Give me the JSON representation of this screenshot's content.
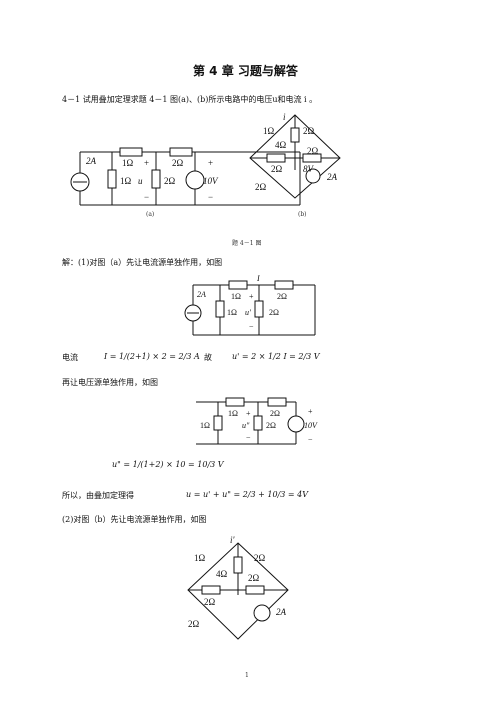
{
  "page": {
    "title": "第 4 章   习题与解答",
    "problem_text": "4－1   试用叠加定理求题 4－1 图(a)、(b)所示电路中的电压u和电流 i 。",
    "fig_a_caption": "(a)",
    "fig_b_caption": "(b)",
    "figure_caption": "题 4－1 图",
    "sol_line1": "解：(1)对图（a）先让电流源单独作用，如图",
    "current_label": "电流",
    "current_eq": "I = 1/(2+1) × 2 = 2/3 A",
    "therefore": "故",
    "u1_eq": "u' = 2 × 1/2 I = 2/3 V",
    "sol_line2": "再让电压源单独作用，如图",
    "u2_eq": "u\" = 1/(1+2) × 10 = 10/3 V",
    "sum_text": "所以，由叠加定理得",
    "sum_eq": "u = u' + u\" = 2/3 + 10/3 = 4V",
    "sol_line3": "(2)对图（b）先让电流源单独作用，如图",
    "page_number": "1"
  },
  "circuit_labels": {
    "r1": "1Ω",
    "r2": "2Ω",
    "r4": "4Ω",
    "src_a": "2A",
    "src_v": "10V",
    "src_8v": "8V",
    "u": "u",
    "u1": "u'",
    "u2": "u\"",
    "i": "i",
    "i1": "i'",
    "I": "I",
    "plus": "+",
    "minus": "−"
  }
}
